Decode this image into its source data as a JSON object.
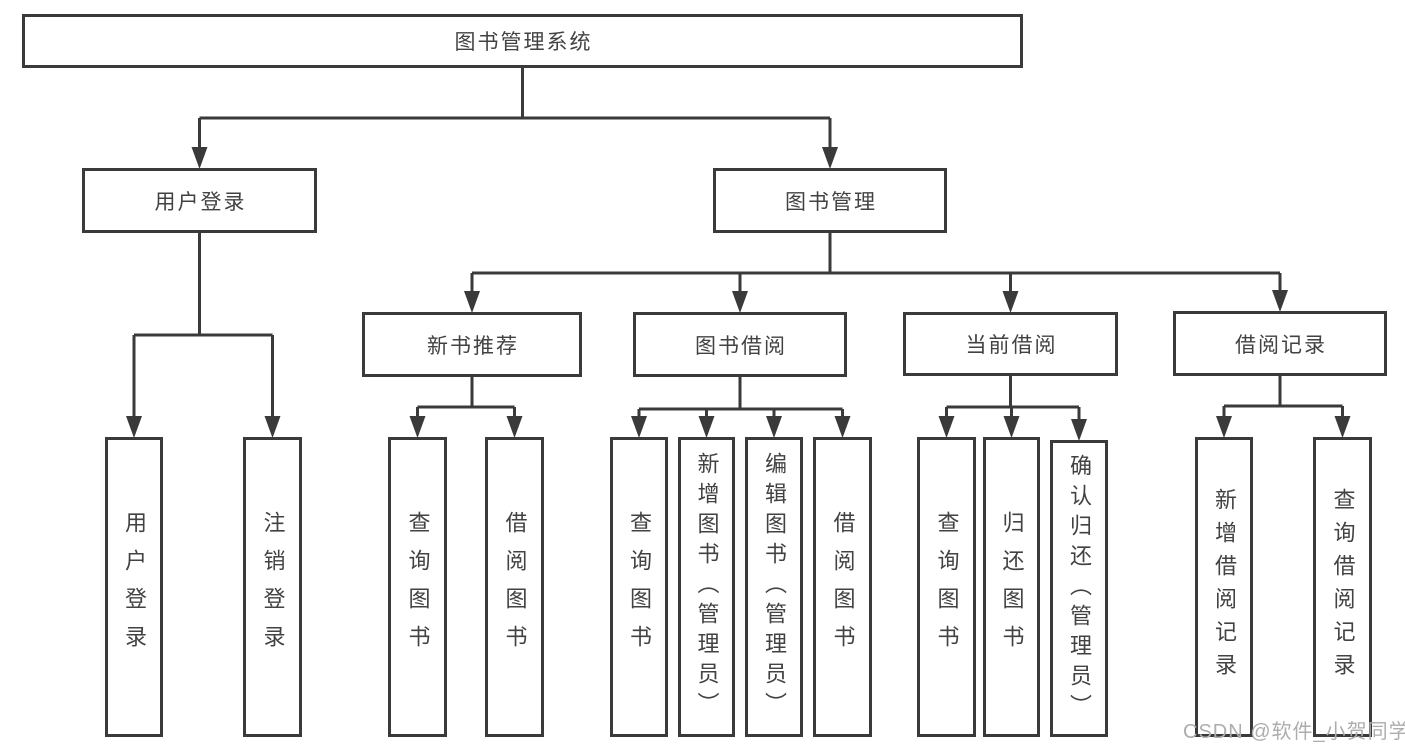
{
  "diagram": {
    "nodes": [
      {
        "id": "root",
        "label": "图书管理系统",
        "parent": null
      },
      {
        "id": "user-login",
        "label": "用户登录",
        "parent": "root"
      },
      {
        "id": "book-mgmt",
        "label": "图书管理",
        "parent": "root"
      },
      {
        "id": "new-books",
        "label": "新书推荐",
        "parent": "book-mgmt"
      },
      {
        "id": "book-borrow",
        "label": "图书借阅",
        "parent": "book-mgmt"
      },
      {
        "id": "current-borrow",
        "label": "当前借阅",
        "parent": "book-mgmt"
      },
      {
        "id": "borrow-records",
        "label": "借阅记录",
        "parent": "book-mgmt"
      },
      {
        "id": "leaf-user-login",
        "label": "用户登录",
        "parent": "user-login"
      },
      {
        "id": "leaf-logout-login",
        "label": "注销登录",
        "parent": "user-login"
      },
      {
        "id": "leaf-query-books-new",
        "label": "查询图书",
        "parent": "new-books"
      },
      {
        "id": "leaf-borrow-books-new",
        "label": "借阅图书",
        "parent": "new-books"
      },
      {
        "id": "leaf-query-books-borrow",
        "label": "查询图书",
        "parent": "book-borrow"
      },
      {
        "id": "leaf-add-books-admin",
        "label": "新增图书（管理员）",
        "parent": "book-borrow"
      },
      {
        "id": "leaf-edit-books-admin",
        "label": "编辑图书（管理员）",
        "parent": "book-borrow"
      },
      {
        "id": "leaf-borrow-books-borrow",
        "label": "借阅图书",
        "parent": "book-borrow"
      },
      {
        "id": "leaf-query-books-current",
        "label": "查询图书",
        "parent": "current-borrow"
      },
      {
        "id": "leaf-return-books",
        "label": "归还图书",
        "parent": "current-borrow"
      },
      {
        "id": "leaf-confirm-return-admin",
        "label": "确认归还（管理员）",
        "parent": "current-borrow"
      },
      {
        "id": "leaf-add-borrow-record",
        "label": "新增借阅记录",
        "parent": "borrow-records"
      },
      {
        "id": "leaf-query-borrow-record",
        "label": "查询借阅记录",
        "parent": "borrow-records"
      }
    ]
  },
  "watermark": {
    "text": "CSDN @软件_小贺同学",
    "color": "#adadad"
  },
  "colors": {
    "line": "#3a3a3a",
    "border": "#3a3a3a",
    "text": "#424242",
    "background": "#ffffff"
  }
}
